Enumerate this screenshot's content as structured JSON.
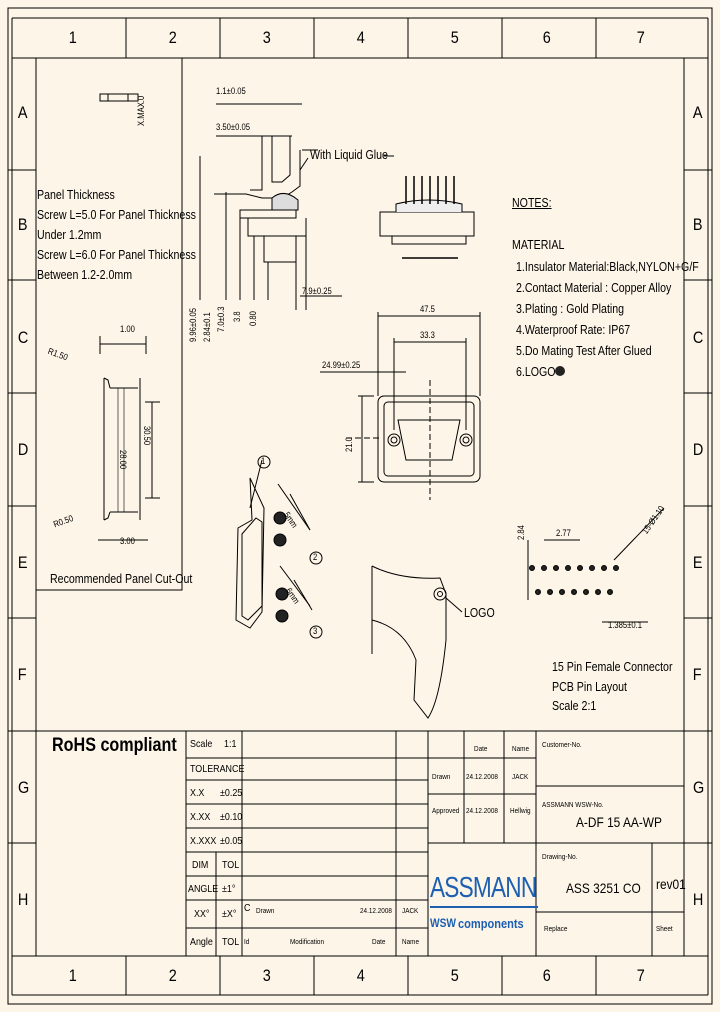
{
  "frame": {
    "columns": [
      "1",
      "2",
      "3",
      "4",
      "5",
      "6",
      "7"
    ],
    "rows": [
      "A",
      "B",
      "C",
      "D",
      "E",
      "F",
      "G",
      "H"
    ]
  },
  "panel": {
    "title": "Panel Thickness",
    "line1": "Screw L=5.0 For Panel Thickness",
    "line2": "Under 1.2mm",
    "line3": "Screw L=6.0 For Panel Thickness",
    "line4": "Between 1.2-2.0mm",
    "cutout_label": "Recommended Panel Cut-Out",
    "dim_100": "1.00",
    "dim_r150": "R1.50",
    "dim_r050": "R0.50",
    "dim_2800": "28.00",
    "dim_3050": "30.50",
    "dim_300": "3.00"
  },
  "side_view": {
    "dim_1": "1.1±0.05",
    "dim_2": "3.50±0.05",
    "dim_max": "X.MAX.0",
    "v1": "9.96±0.05",
    "v2": "2.84±0.1",
    "v3": "7.0±0.3",
    "v4": "3.8",
    "v5": "0.80",
    "dim_79": "7.9±0.25",
    "glue_label": "With Liquid Glue"
  },
  "front_view": {
    "w1": "47.5",
    "w2": "33.3",
    "w3": "24.99±0.25",
    "h1": "21.0"
  },
  "notes": {
    "heading": "NOTES:",
    "material": "MATERIAL",
    "items": [
      "1.Insulator Material:Black,NYLON+G/F",
      "2.Contact  Material : Copper Alloy",
      "3.Plating : Gold Plating",
      "4.Waterproof Rate: IP67",
      "5.Do Mating Test After Glued",
      "6.LOGO"
    ]
  },
  "iso_view": {
    "callout_1": "1",
    "callout_2": "2",
    "callout_3": "3",
    "label_a": "5mm",
    "label_b": "6mm",
    "logo_label": "LOGO"
  },
  "pcb": {
    "d1": "2.77",
    "d2": "2.84",
    "d3": "15-Ø1.10",
    "d4": "1.385±0.1",
    "caption1": "15 Pin Female Connector",
    "caption2": "PCB       Pin Layout",
    "caption3": "Scale 2:1"
  },
  "rohs": "RoHS compliant",
  "title_block": {
    "scale_label": "Scale",
    "scale_value": "1:1",
    "tolerance": "TOLERANCE",
    "tol_rows": [
      {
        "k": "X.X",
        "v": "±0.25"
      },
      {
        "k": "X.XX",
        "v": "±0.10"
      },
      {
        "k": "X.XXX",
        "v": "±0.05"
      },
      {
        "k": "DIM",
        "v": "TOL"
      },
      {
        "k": "ANGLE",
        "v": "±1°"
      },
      {
        "k": "XX°",
        "v": "±X°"
      },
      {
        "k": "Angle",
        "v": "TOL"
      }
    ],
    "rev_row": {
      "id": "C",
      "mod": "Drawn",
      "date": "24.12.2008",
      "name": "JACK"
    },
    "col_id": "Id",
    "col_mod": "Modification",
    "col_date": "Date",
    "col_name": "Name",
    "date_hdr": "Date",
    "name_hdr": "Name",
    "drawn": "Drawn",
    "drawn_date": "24.12.2008",
    "drawn_name": "JACK",
    "approved": "Approved",
    "approved_date": "24.12.2008",
    "approved_name": "Hellwig",
    "customer_no": "Customer-No.",
    "assmann_no_label": "ASSMANN WSW-No.",
    "assmann_no": "A-DF 15 AA-WP",
    "drawing_no_label": "Drawing-No.",
    "drawing_no": "ASS 3251 CO",
    "rev": "rev01",
    "replace": "Replace",
    "sheet": "Sheet",
    "logo_top": "ASSMANN",
    "logo_bottom": "components",
    "logo_wsw": "WSW"
  },
  "colors": {
    "logo_blue": "#1d5fb0",
    "paper": "#fdf5e8"
  }
}
